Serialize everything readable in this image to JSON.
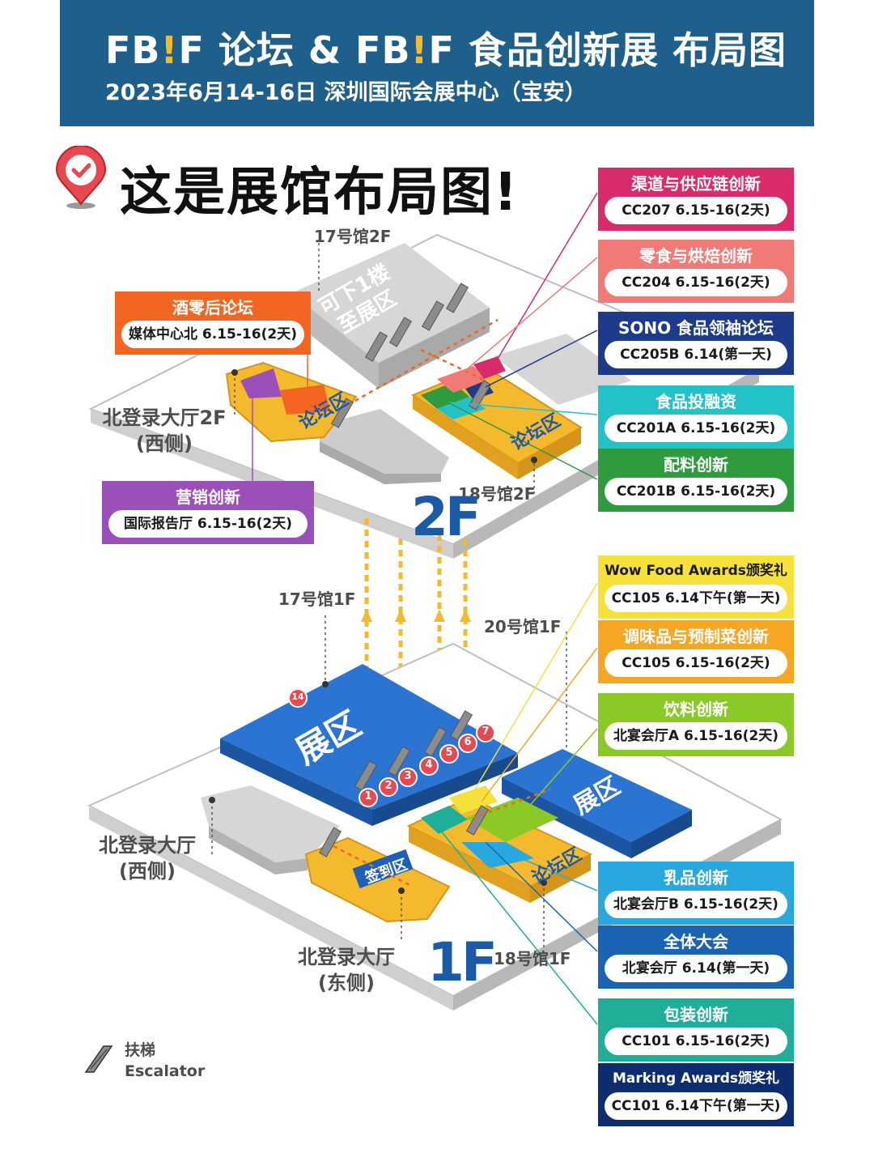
{
  "header": {
    "title_a": "FB",
    "title_bang": "!",
    "title_b": "F 论坛 & FB",
    "title_bang2": "!",
    "title_c": "F 食品创新展 布局图",
    "subtitle": "2023年6月14-16日  深圳国际会展中心（宝安）"
  },
  "headline": "这是展馆布局图!",
  "floors": {
    "upper": {
      "badge": "2F",
      "labels": {
        "hall17_2f": "17号馆2F",
        "hall18_2f": "18号馆2F",
        "down_note_line1": "可下1楼",
        "down_note_line2": "至展区",
        "forum_zone_left": "论坛区",
        "forum_zone_right": "论坛区",
        "north_lobby_2f_line1": "北登录大厅2F",
        "north_lobby_2f_line2": "(西侧)"
      }
    },
    "lower": {
      "badge": "1F",
      "labels": {
        "hall17_1f": "17号馆1F",
        "hall20_1f": "20号馆1F",
        "hall18_1f": "18号馆1F",
        "exhibit_left": "展区",
        "exhibit_right": "展区",
        "checkin_zone": "签到区",
        "forum_zone": "论坛区",
        "north_lobby_west_line1": "北登录大厅",
        "north_lobby_west_line2": "(西侧)",
        "north_lobby_east_line1": "北登录大厅",
        "north_lobby_east_line2": "(东侧)"
      },
      "entrances": [
        "1",
        "2",
        "3",
        "4",
        "5",
        "6",
        "7",
        "14"
      ]
    }
  },
  "left_cards": [
    {
      "title": "酒零后论坛",
      "detail": "媒体中心北  6.15-16(2天)",
      "color": "#f26522"
    },
    {
      "title": "营销创新",
      "detail": "国际报告厅  6.15-16(2天)",
      "color": "#9b4fb8"
    }
  ],
  "right_cards": [
    {
      "title": "渠道与供应链创新",
      "detail": "CC207  6.15-16(2天)",
      "color": "#d92a6b",
      "title_color": "#ffffff"
    },
    {
      "title": "零食与烘焙创新",
      "detail": "CC204  6.15-16(2天)",
      "color": "#f27a76",
      "title_color": "#ffffff"
    },
    {
      "title": "SONO 食品领袖论坛",
      "detail": "CC205B  6.14(第一天)",
      "color": "#1e3a8a",
      "title_color": "#ffffff"
    },
    {
      "title": "食品投融资",
      "detail": "CC201A  6.15-16(2天)",
      "color": "#22c2c6",
      "title_color": "#ffffff"
    },
    {
      "title": "配料创新",
      "detail": "CC201B  6.15-16(2天)",
      "color": "#2e9b3e",
      "title_color": "#ffffff"
    },
    {
      "title": "Wow Food Awards颁奖礼",
      "detail": "CC105  6.14下午(第一天)",
      "color": "#f6e13a",
      "title_color": "#1a1a1a"
    },
    {
      "title": "调味品与预制菜创新",
      "detail": "CC105  6.15-16(2天)",
      "color": "#f5a623",
      "title_color": "#ffffff"
    },
    {
      "title": "饮料创新",
      "detail": "北宴会厅A  6.15-16(2天)",
      "color": "#8ac926",
      "title_color": "#ffffff"
    },
    {
      "title": "乳品创新",
      "detail": "北宴会厅B  6.15-16(2天)",
      "color": "#29a8e0",
      "title_color": "#ffffff"
    },
    {
      "title": "全体大会",
      "detail": "北宴会厅  6.14(第一天)",
      "color": "#1a63b3",
      "title_color": "#ffffff"
    },
    {
      "title": "包装创新",
      "detail": "CC101  6.15-16(2天)",
      "color": "#1fae98",
      "title_color": "#ffffff"
    },
    {
      "title": "Marking Awards颁奖礼",
      "detail": "CC101  6.14下午(第一天)",
      "color": "#0f2d6e",
      "title_color": "#ffffff"
    }
  ],
  "legend": {
    "icon": "escalator-icon",
    "label_cn": "扶梯",
    "label_en": "Escalator"
  },
  "colors": {
    "header_bg": "#1f5f8b",
    "exhibit_blue": "#2b74d1",
    "forum_yellow": "#f5b92e",
    "floor_grey": "#d9d9d9",
    "floor_white": "#ffffff",
    "badge_blue": "#1a5aa6",
    "entrance_red": "#e8484f"
  }
}
